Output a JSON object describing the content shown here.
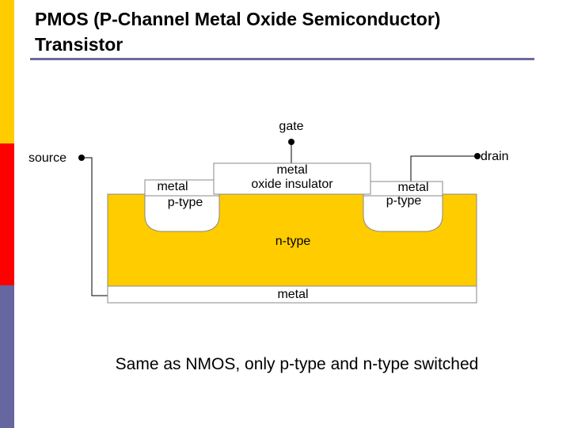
{
  "slide": {
    "title_line1": "PMOS (P-Channel Metal Oxide Semiconductor)",
    "title_line2": "Transistor",
    "caption": "Same as NMOS, only p-type and n-type switched"
  },
  "diagram": {
    "terminals": {
      "gate": "gate",
      "source": "source",
      "drain": "drain"
    },
    "regions": {
      "gate_oxide_line1": "metal",
      "gate_oxide_line2": "oxide insulator",
      "source_region_line1": "metal",
      "source_region_line2": "p-type",
      "drain_region_line1": "metal",
      "drain_region_line2": "p-type",
      "substrate": "n-type",
      "back_contact": "metal"
    },
    "colors": {
      "substrate": "#ffcc00",
      "wells": "#ffffff",
      "wire": "#000000"
    }
  }
}
